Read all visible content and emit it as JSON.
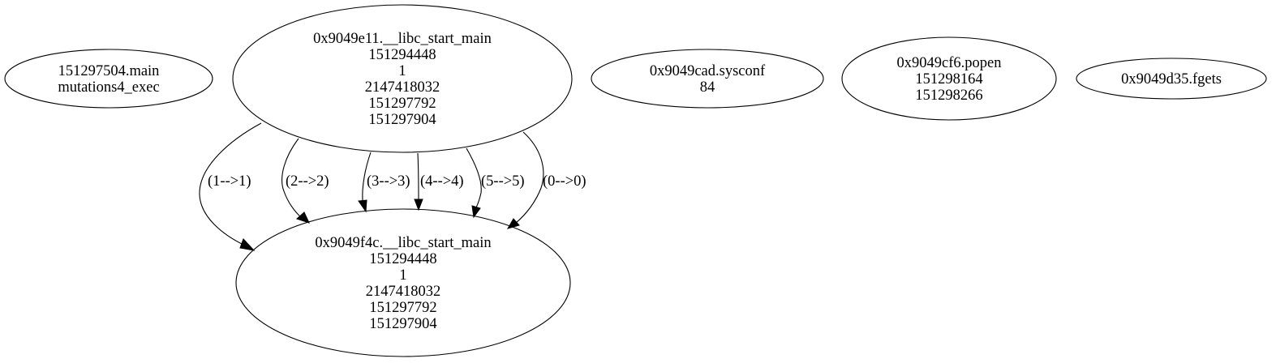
{
  "graph": {
    "nodes": [
      {
        "id": "n_main",
        "lines": [
          "151297504.main",
          "mutations4_exec"
        ]
      },
      {
        "id": "n_libc1",
        "lines": [
          "0x9049e11.__libc_start_main",
          "151294448",
          "1",
          "2147418032",
          "151297792",
          "151297904"
        ]
      },
      {
        "id": "n_sysconf",
        "lines": [
          "0x9049cad.sysconf",
          "84"
        ]
      },
      {
        "id": "n_popen",
        "lines": [
          "0x9049cf6.popen",
          "151298164",
          "151298266"
        ]
      },
      {
        "id": "n_fgets",
        "lines": [
          "0x9049d35.fgets"
        ]
      },
      {
        "id": "n_libc2",
        "lines": [
          "0x9049f4c.__libc_start_main",
          "151294448",
          "1",
          "2147418032",
          "151297792",
          "151297904"
        ]
      }
    ],
    "edges": [
      {
        "from": "n_libc1",
        "to": "n_libc2",
        "label": "(1-->1)"
      },
      {
        "from": "n_libc1",
        "to": "n_libc2",
        "label": "(2-->2)"
      },
      {
        "from": "n_libc1",
        "to": "n_libc2",
        "label": "(3-->3)"
      },
      {
        "from": "n_libc1",
        "to": "n_libc2",
        "label": "(4-->4)"
      },
      {
        "from": "n_libc1",
        "to": "n_libc2",
        "label": "(5-->5)"
      },
      {
        "from": "n_libc1",
        "to": "n_libc2",
        "label": "(0-->0)"
      }
    ]
  }
}
